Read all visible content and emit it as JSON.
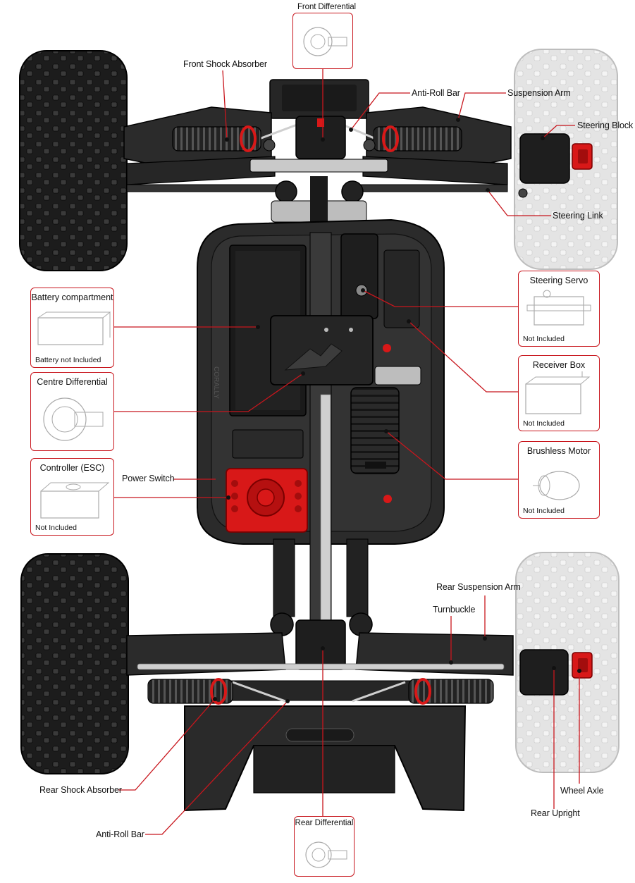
{
  "colors": {
    "accent": "#c8161d",
    "chassis": "#2b2b2b",
    "chassis_dark": "#1b1b1b",
    "highlight": "#d81818",
    "ghost_wheel": "#d9d9d9"
  },
  "callouts": {
    "front_differential": "Front Differential",
    "front_shock_absorber": "Front Shock Absorber",
    "anti_roll_bar_front": "Anti-Roll Bar",
    "suspension_arm": "Suspension Arm",
    "steering_block": "Steering Block",
    "steering_link": "Steering Link",
    "steering_servo": "Steering Servo",
    "receiver_box": "Receiver Box",
    "brushless_motor": "Brushless Motor",
    "battery_compartment": "Battery compartment",
    "centre_differential": "Centre Differential",
    "controller_esc": "Controller (ESC)",
    "power_switch": "Power Switch",
    "rear_suspension_arm": "Rear Suspension Arm",
    "turnbuckle": "Turnbuckle",
    "rear_shock_absorber": "Rear Shock Absorber",
    "anti_roll_bar_rear": "Anti-Roll Bar",
    "rear_differential": "Rear Differential",
    "wheel_axle": "Wheel Axle",
    "rear_upright": "Rear Upright"
  },
  "notes": {
    "battery": "Battery not Included",
    "servo": "Not Included",
    "receiver": "Not Included",
    "motor": "Not Included",
    "esc": "Not Included"
  },
  "icons": [
    "differential-icon",
    "battery-icon",
    "servo-icon",
    "receiver-box-icon",
    "motor-icon",
    "esc-icon",
    "logo-icon"
  ]
}
